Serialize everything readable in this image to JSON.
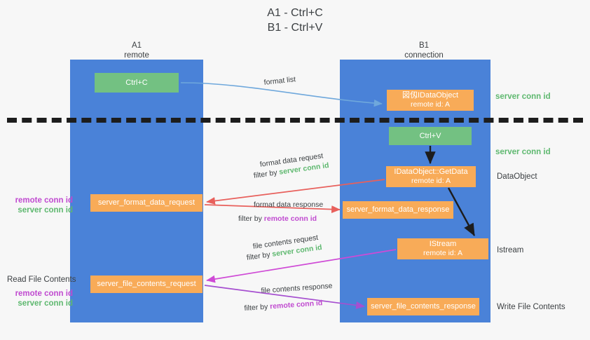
{
  "title": "A1 - Ctrl+C\nB1 - Ctrl+V",
  "title_lines": [
    "A1 - Ctrl+C",
    "B1 - Ctrl+V"
  ],
  "lanes": [
    {
      "id": "a1",
      "name": "A1",
      "role": "remote"
    },
    {
      "id": "b1",
      "name": "B1",
      "role": "connection"
    }
  ],
  "nodes": {
    "ctrl_c": {
      "label": "Ctrl+C",
      "color": "#73c182"
    },
    "idataobject": {
      "line1": "図仭IDataObject",
      "line2": "remote id: A",
      "color": "#f8ab58"
    },
    "ctrl_v": {
      "label": "Ctrl+V",
      "color": "#73c182"
    },
    "getdata": {
      "line1": "IDataObject::GetData",
      "line2": "remote id: A",
      "color": "#f8ab58"
    },
    "istream": {
      "line1": "IStream",
      "line2": "remote id: A",
      "color": "#f8ab58"
    },
    "server_format_data_request": {
      "label": "server_format_data_request",
      "color": "#f8ab58"
    },
    "server_format_data_response": {
      "label": "server_format_data_response",
      "color": "#f8ab58"
    },
    "server_file_contents_request": {
      "label": "server_file_contents_request",
      "color": "#f8ab58"
    },
    "server_file_contents_response": {
      "label": "server_file_contents_response",
      "color": "#f8ab58"
    }
  },
  "edge_labels": {
    "format_list": "format list",
    "format_data_request": "format data request",
    "format_data_response": "format data response",
    "file_contents_request": "file contents request",
    "file_contents_response": "file contents response",
    "filter_by": "filter by ",
    "server_conn_id": "server conn id",
    "remote_conn_id": "remote conn id"
  },
  "annotations": {
    "server_conn_id_top": "server conn id",
    "server_conn_id_mid": "server conn id",
    "dataobject": "DataObject",
    "istream": "Istream",
    "write_file_contents": "Write File Contents",
    "read_file_contents": "Read File Contents",
    "remote_conn_id": "remote conn id",
    "server_conn_id": "server conn id"
  },
  "colors": {
    "lane": "#4a82d8",
    "green_node": "#73c182",
    "orange_node": "#f8ab58",
    "server_conn_id": "#5eb86f",
    "remote_conn_id": "#c04ad0",
    "arrow_blue": "#6fa8dc",
    "arrow_red": "#e8605c",
    "arrow_pink": "#cf4ad6",
    "arrow_purple": "#a64fd0",
    "arrow_black": "#1d1d1d",
    "background": "#f7f7f7",
    "separator": "#1d1d1d"
  }
}
